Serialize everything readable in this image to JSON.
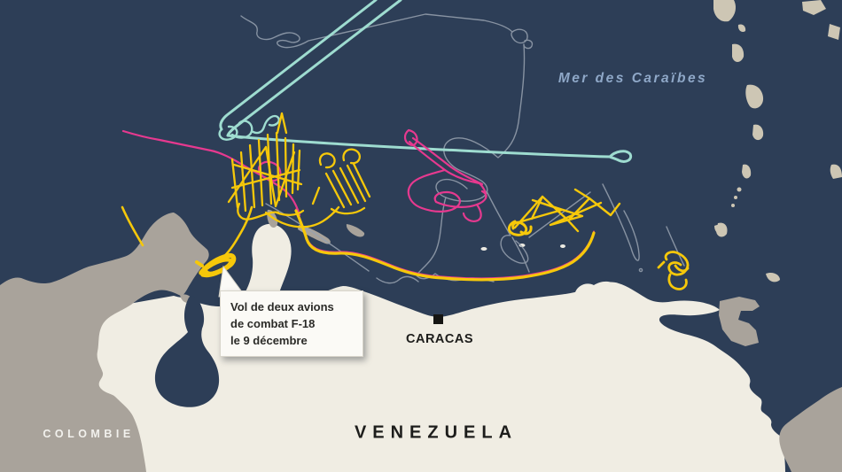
{
  "labels": {
    "sea": "Mer des Caraïbes",
    "colombia": "COLOMBIE",
    "venezuela": "VENEZUELA",
    "caracas": "CARACAS"
  },
  "callout": {
    "line1": "Vol de deux avions",
    "line2": "de combat F-18",
    "line3": "le 9 décembre"
  },
  "colors": {
    "sea": "#2d3e57",
    "land_venezuela": "#f0ede3",
    "land_colombia": "#a9a39b",
    "land_islands": "#cdc6b4",
    "islet_white": "#eceae2",
    "lake": "#2d3e57",
    "track_yellow": "#f6c80a",
    "track_pink": "#e6398f",
    "track_teal": "#9edcd0",
    "track_gray": "#98a2b0",
    "label_sea": "#8fa8c8",
    "label_dark": "#1d1d1b",
    "label_light": "#f2f1ed",
    "callout_bg": "#fbfaf6",
    "callout_text": "#2b2b28",
    "marker": "#151513"
  },
  "tracks": [
    {
      "id": "yellow-flight-tracks",
      "color": "#f6c80a"
    },
    {
      "id": "pink-flight-tracks",
      "color": "#e6398f"
    },
    {
      "id": "teal-flight-tracks",
      "color": "#9edcd0"
    },
    {
      "id": "gray-flight-tracks",
      "color": "#98a2b0"
    }
  ]
}
